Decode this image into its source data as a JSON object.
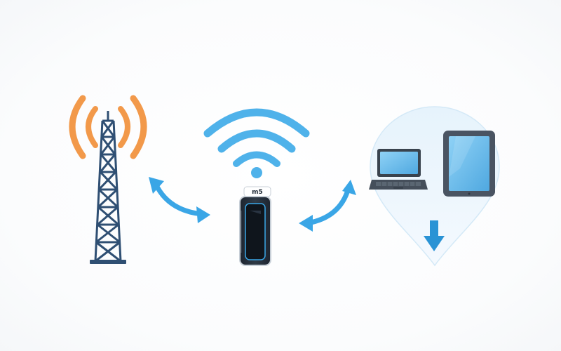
{
  "diagram": {
    "nodes": [
      {
        "id": "cell-tower",
        "icon": "cell-tower-icon"
      },
      {
        "id": "mobile-hotspot",
        "icon": "usb-modem-icon",
        "label": "m5"
      },
      {
        "id": "client-devices",
        "icon": "location-pin-icon"
      }
    ],
    "colors": {
      "accent_blue": "#3aa6e6",
      "signal_orange": "#f2994a",
      "tower_navy": "#2f4f73",
      "pin_fill": "#e3f1fb",
      "device_dark": "#2e3640",
      "screen_blue": "#74c2f0"
    }
  }
}
